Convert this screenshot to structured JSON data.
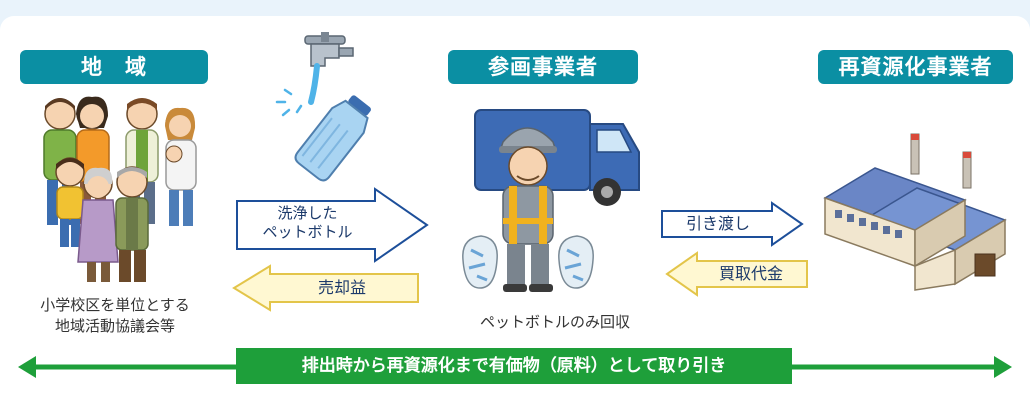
{
  "actors": {
    "region": {
      "label": "地　域",
      "caption_lines": [
        "小学校区を単位とする",
        "地域活動協議会等"
      ]
    },
    "participant": {
      "label": "参画事業者",
      "caption": "ペットボトルのみ回収"
    },
    "recycler": {
      "label": "再資源化事業者"
    }
  },
  "flows": {
    "washed_bottles": {
      "lines": [
        "洗浄した",
        "ペットボトル"
      ]
    },
    "sale_proceeds": {
      "label": "売却益"
    },
    "handover": {
      "label": "引き渡し"
    },
    "purchase_price": {
      "label": "買取代金"
    }
  },
  "footer": {
    "label": "排出時から再資源化まで有価物（原料）として取り引き"
  },
  "colors": {
    "pill": "#0b8fa3",
    "outline_arrow": "#1d4f9a",
    "yellow_arrow_fill": "#fff8d2",
    "yellow_arrow_stroke": "#e3c54a",
    "footer_green": "#1e9f3a"
  },
  "icons": [
    "families-illustration",
    "faucet-bottle-illustration",
    "truck-worker-illustration",
    "factory-illustration"
  ]
}
